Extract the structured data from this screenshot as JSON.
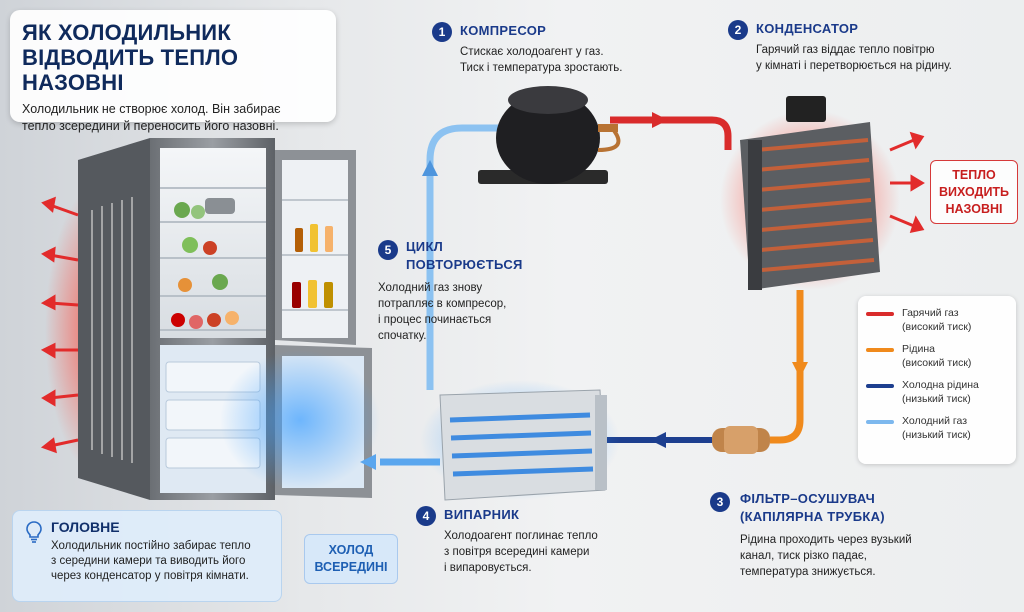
{
  "title": {
    "heading": "ЯК ХОЛОДИЛЬНИК\nВІДВОДИТЬ ТЕПЛО НАЗОВНІ",
    "subtitle": "Холодильник не створює холод. Він забирає\nтепло зсередини й переносить його назовні."
  },
  "steps": [
    {
      "num": "1",
      "title": "КОМПРЕСОР",
      "desc": "Стискає холодоагент у газ.\nТиск і температура зростають."
    },
    {
      "num": "2",
      "title": "КОНДЕНСАТОР",
      "desc": "Гарячий газ віддає тепло повітрю\nу кімнаті і перетворюється на рідину."
    },
    {
      "num": "3",
      "title": "ФІЛЬТР–ОСУШУВАЧ\n(КАПІЛЯРНА ТРУБКА)",
      "desc": "Рідина проходить через вузький\nканал, тиск різко падає,\nтемпература знижується."
    },
    {
      "num": "4",
      "title": "ВИПАРНИК",
      "desc": "Холодоагент поглинає тепло\nз повітря всередині камери\nі випаровується."
    },
    {
      "num": "5",
      "title": "ЦИКЛ\nПОВТОРЮЄТЬСЯ",
      "desc": "Холодний газ знову\nпотрапляє в компресор,\nі процес починається\nспочатку."
    }
  ],
  "heat_out": "ТЕПЛО\nВИХОДИТЬ\nНАЗОВНІ",
  "legend": [
    {
      "label": "Гарячий газ\n(високий тиск)",
      "color": "#d92b2b"
    },
    {
      "label": "Рідина\n(високий тиск)",
      "color": "#f08a1c"
    },
    {
      "label": "Холодна рідина\n(низький тиск)",
      "color": "#1d3f8f"
    },
    {
      "label": "Холодний газ\n(низький тиск)",
      "color": "#7db8ee"
    }
  ],
  "key": {
    "icon": "lightbulb-icon",
    "title": "ГОЛОВНЕ",
    "text": "Холодильник постійно забирає тепло\nз середини камери та виводить його\nчерез конденсатор у повітря кімнати."
  },
  "cold_inside": "ХОЛОД\nВСЕРЕДИНІ",
  "colors": {
    "hot": "#d92b2b",
    "liquid": "#f08a1c",
    "cold_liquid": "#1d3f8f",
    "cold_gas": "#7db8ee",
    "accent": "#1a3a8a"
  }
}
